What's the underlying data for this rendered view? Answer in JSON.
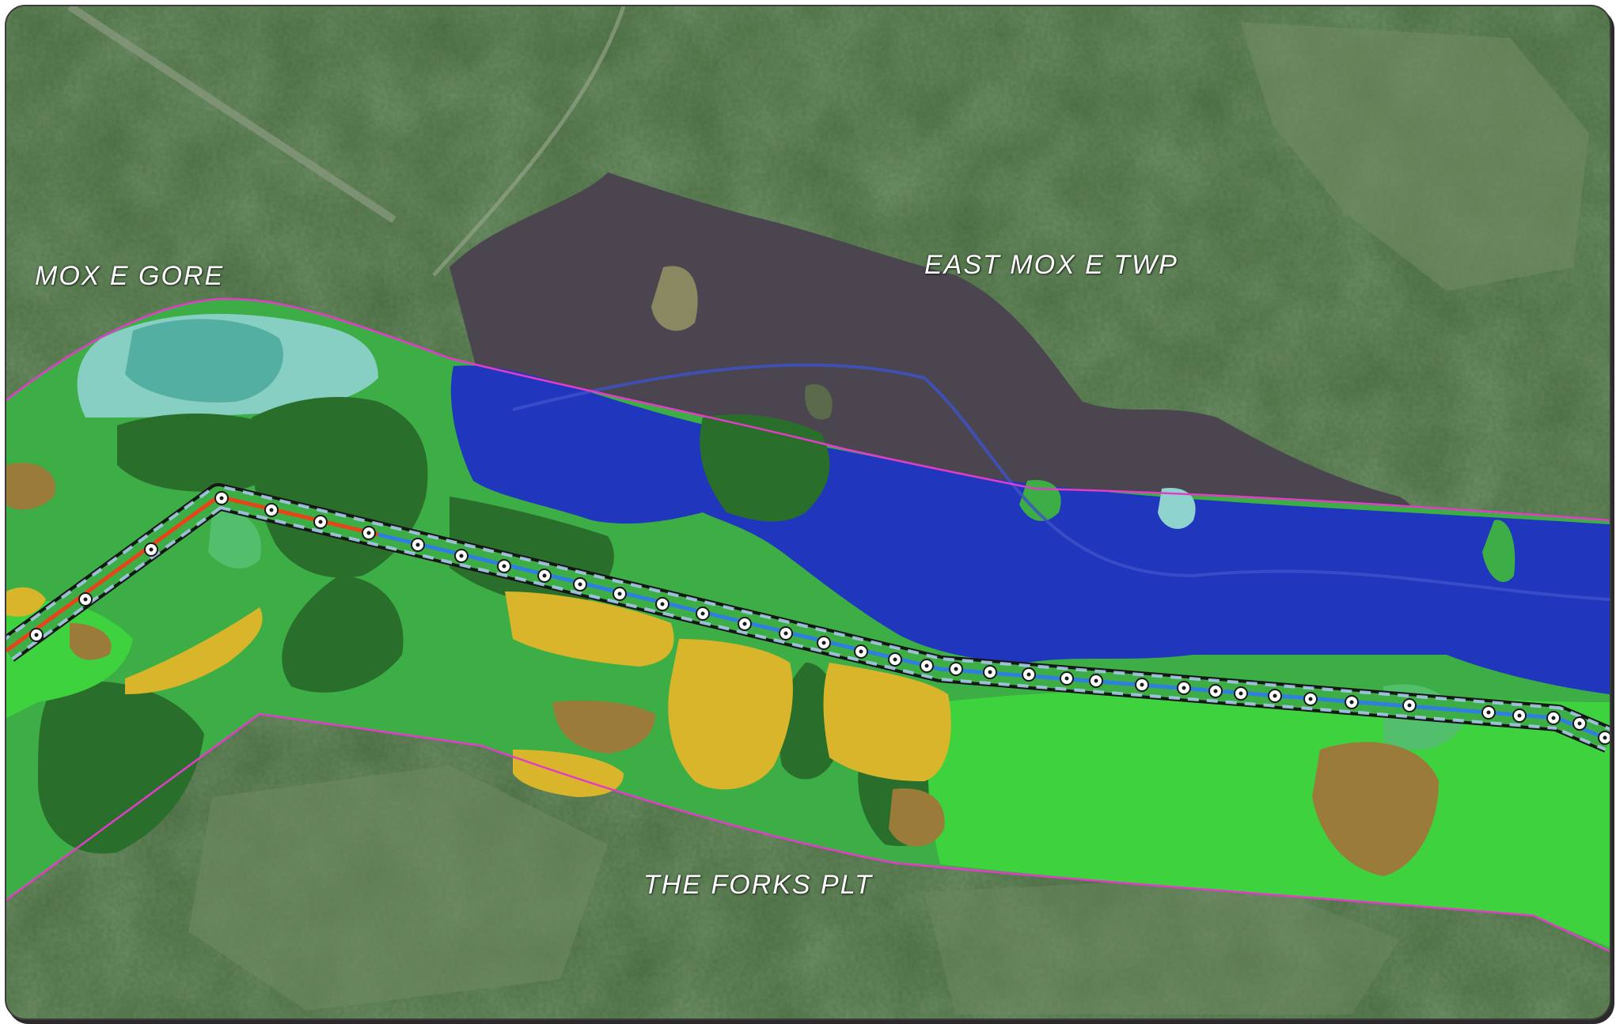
{
  "map": {
    "labels": {
      "mox_e_gore": "MOX E GORE",
      "east_mox_e_twp": "EAST MOX E TWP",
      "the_forks_plt": "THE FORKS PLT"
    },
    "colors": {
      "aerial_forest": "#56704c",
      "aerial_forest_light": "#6f8a63",
      "pond_dark": "#4b4550",
      "water_blue": "#2036bd",
      "water_light": "#8fd3cf",
      "land_green_dark": "#2a6e2c",
      "land_green_mid": "#3cae45",
      "land_green_bright": "#3fd23f",
      "land_green_pale": "#52bf6c",
      "land_yellow": "#d8b52a",
      "land_brown": "#9a7b3a",
      "boundary": "#e23cc8",
      "corridor_red": "#e84419",
      "corridor_blue": "#2f7fe0",
      "corridor_dash": "#a9c9ea"
    },
    "icons": {
      "structure_marker": "structure-point-icon"
    }
  }
}
